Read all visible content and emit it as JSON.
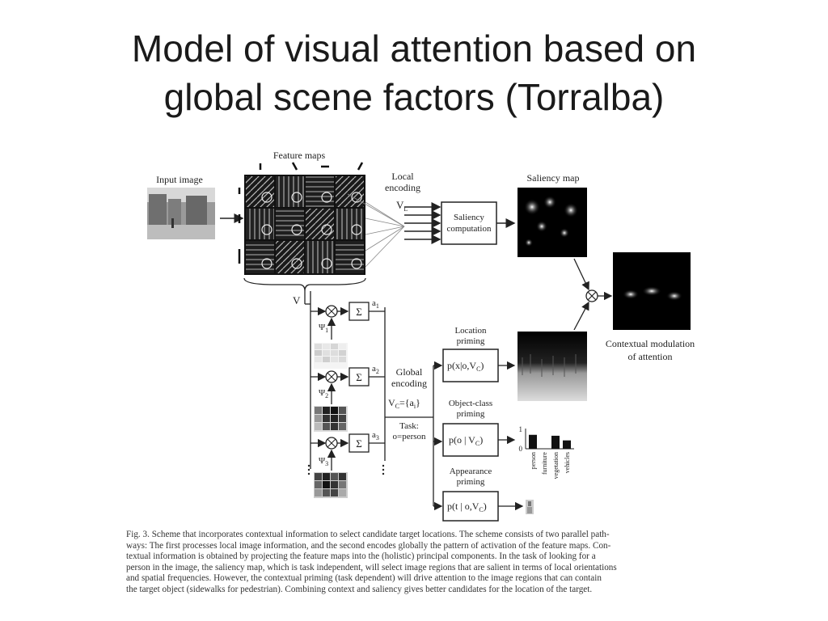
{
  "slide": {
    "title_line1": "Model of visual attention based on",
    "title_line2": "global scene factors (Torralba)"
  },
  "figure": {
    "feature_maps": "Feature maps",
    "input_image": "Input image",
    "local_encoding": [
      "Local",
      "encoding"
    ],
    "vl": "V",
    "vl_sub": "L",
    "saliency_computation": [
      "Saliency",
      "computation"
    ],
    "saliency_map": "Saliency map",
    "v_label": "V",
    "sigma": "Σ",
    "a1": "a",
    "a1_sub": "1",
    "a2": "a",
    "a2_sub": "2",
    "a3": "a",
    "a3_sub": "3",
    "psi1": "Ψ",
    "psi1_sub": "1",
    "psi2": "Ψ",
    "psi2_sub": "2",
    "psi3": "Ψ",
    "psi3_sub": "3",
    "global_encoding": [
      "Global",
      "encoding"
    ],
    "vc_eq": "V",
    "vc_sub": "C",
    "vc_rest": "={a",
    "vc_sub_i": "i",
    "vc_close": "}",
    "task": [
      "Task:",
      "o=person"
    ],
    "location_priming": [
      "Location",
      "priming"
    ],
    "p_location": "p(x|o,V",
    "p_location_sub": "C",
    "p_location_close": ")",
    "object_class_priming": [
      "Object-class",
      "priming"
    ],
    "p_object": "p(o | V",
    "p_object_sub": "C",
    "p_object_close": ")",
    "appearance_priming": [
      "Appearance",
      "priming"
    ],
    "p_appearance": "p(t | o,V",
    "p_appearance_sub": "C",
    "p_appearance_close": ")",
    "contextual_modulation": [
      "Contextual modulation",
      "of attention"
    ],
    "bar_axis_top": "1",
    "bar_axis_bottom": "0",
    "bar_categories": [
      "person",
      "furniture",
      "vegetation",
      "vehicles"
    ],
    "bar_values": [
      0.75,
      0.0,
      0.7,
      0.45
    ]
  },
  "caption": {
    "lines": [
      "Fig. 3.   Scheme that incorporates contextual information to select candidate target locations.   The scheme consists of two parallel path-",
      "ways:   The first processes local image information, and the second encodes globally the pattern of activation of the feature maps.   Con-",
      "textual information is obtained by projecting the feature maps into the (holistic) principal components.   In the task of looking for a",
      "person in the image, the saliency map, which is task independent, will select image regions that are salient in terms of local orientations",
      "and spatial frequencies.   However, the contextual priming (task dependent) will drive attention to the image regions that can contain",
      "the target object (sidewalks for pedestrian).   Combining context and saliency gives better candidates for the location of the target."
    ]
  }
}
